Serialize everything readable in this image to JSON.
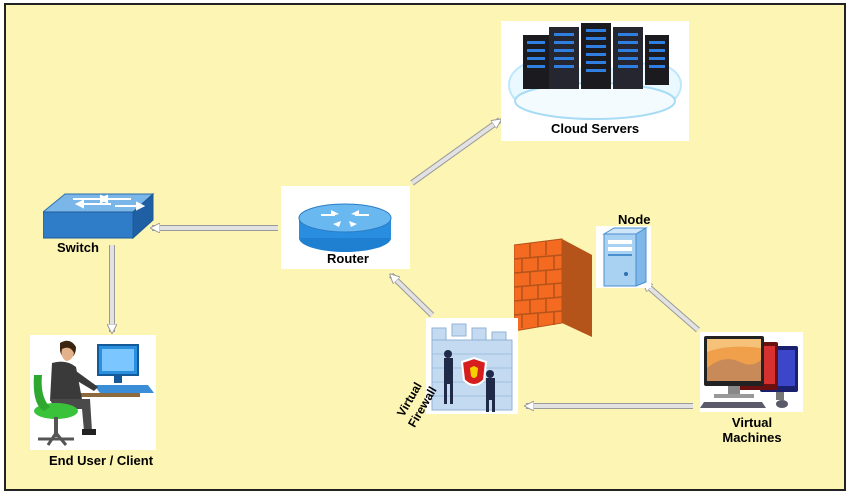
{
  "diagram": {
    "background_color": "#fdf5b3",
    "arrow_color": "#e2e2e2",
    "nodes": [
      {
        "id": "cloud",
        "label": "Cloud Servers",
        "icon": "cloud-servers-icon"
      },
      {
        "id": "switch",
        "label": "Switch",
        "icon": "switch-icon"
      },
      {
        "id": "router",
        "label": "Router",
        "icon": "router-icon"
      },
      {
        "id": "node",
        "label": "Node",
        "icon": "computer-tower-icon"
      },
      {
        "id": "firewall",
        "label": "Virtual\nFirewall",
        "icon": "virtual-firewall-icon"
      },
      {
        "id": "client",
        "label": "End User / Client",
        "icon": "user-workstation-icon"
      },
      {
        "id": "vms",
        "label": "Virtual\nMachines",
        "icon": "virtual-machines-icon"
      },
      {
        "id": "brickwall",
        "label": "",
        "icon": "brick-firewall-icon"
      }
    ],
    "edges": [
      {
        "from": "router",
        "to": "cloud"
      },
      {
        "from": "router",
        "to": "switch"
      },
      {
        "from": "switch",
        "to": "client"
      },
      {
        "from": "firewall",
        "to": "router"
      },
      {
        "from": "vms",
        "to": "firewall"
      },
      {
        "from": "vms",
        "to": "node"
      }
    ]
  }
}
